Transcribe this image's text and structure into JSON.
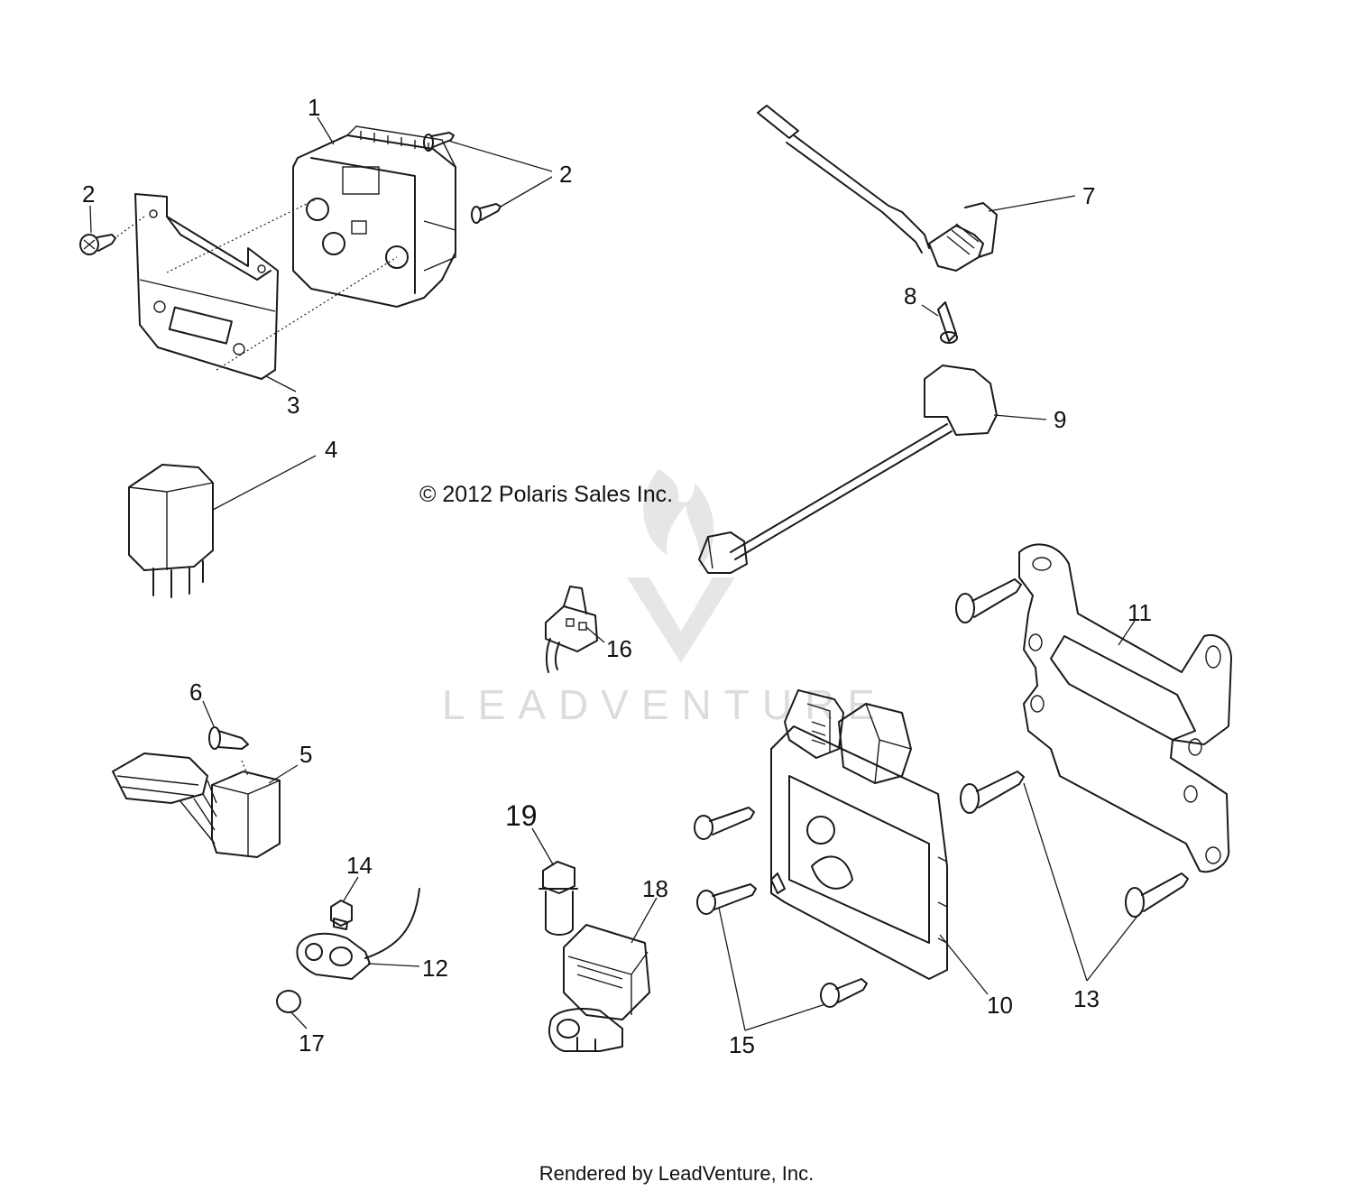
{
  "diagram": {
    "copyright": "© 2012 Polaris Sales Inc.",
    "watermark": "LEADVENTURE",
    "footer": "Rendered by LeadVenture, Inc.",
    "callouts": {
      "c1": "1",
      "c2a": "2",
      "c2b": "2",
      "c3": "3",
      "c4": "4",
      "c5": "5",
      "c6": "6",
      "c7": "7",
      "c8": "8",
      "c9": "9",
      "c10": "10",
      "c11": "11",
      "c12": "12",
      "c13": "13",
      "c14": "14",
      "c15": "15",
      "c16": "16",
      "c17": "17",
      "c18": "18",
      "c19": "19"
    }
  }
}
